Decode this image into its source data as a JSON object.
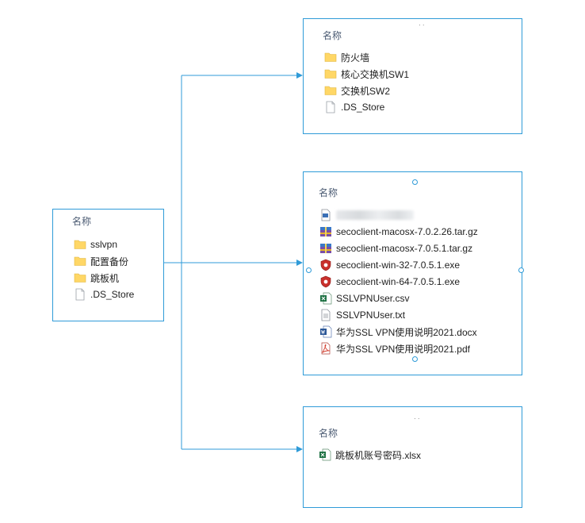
{
  "root": {
    "header": "名称",
    "items": [
      {
        "name": "sslvpn",
        "icon": "folder-icon"
      },
      {
        "name": "配置备份",
        "icon": "folder-icon"
      },
      {
        "name": "跳板机",
        "icon": "folder-icon"
      },
      {
        "name": ".DS_Store",
        "icon": "file-icon"
      }
    ]
  },
  "backup": {
    "header": "名称",
    "items": [
      {
        "name": "防火墙",
        "icon": "folder-icon"
      },
      {
        "name": "核心交换机SW1",
        "icon": "folder-icon"
      },
      {
        "name": "交换机SW2",
        "icon": "folder-icon"
      },
      {
        "name": ".DS_Store",
        "icon": "file-icon"
      }
    ]
  },
  "sslvpn": {
    "header": "名称",
    "items": [
      {
        "name": "",
        "icon": "image-file-icon",
        "blurred": true
      },
      {
        "name": "secoclient-macosx-7.0.2.26.tar.gz",
        "icon": "archive-icon"
      },
      {
        "name": "secoclient-macosx-7.0.5.1.tar.gz",
        "icon": "archive-icon"
      },
      {
        "name": "secoclient-win-32-7.0.5.1.exe",
        "icon": "shield-exe-icon"
      },
      {
        "name": "secoclient-win-64-7.0.5.1.exe",
        "icon": "shield-exe-icon"
      },
      {
        "name": "SSLVPNUser.csv",
        "icon": "excel-icon"
      },
      {
        "name": "SSLVPNUser.txt",
        "icon": "text-file-icon"
      },
      {
        "name": "华为SSL VPN使用说明2021.docx",
        "icon": "word-icon"
      },
      {
        "name": "华为SSL VPN使用说明2021.pdf",
        "icon": "pdf-icon"
      }
    ]
  },
  "jump": {
    "header": "名称",
    "items": [
      {
        "name": "跳板机账号密码.xlsx",
        "icon": "excel-icon"
      }
    ]
  },
  "colors": {
    "accent": "#2f9bd8",
    "folder": "#ffd766",
    "excel": "#1f7244",
    "word": "#2b5797",
    "pdf": "#d33c2c"
  }
}
